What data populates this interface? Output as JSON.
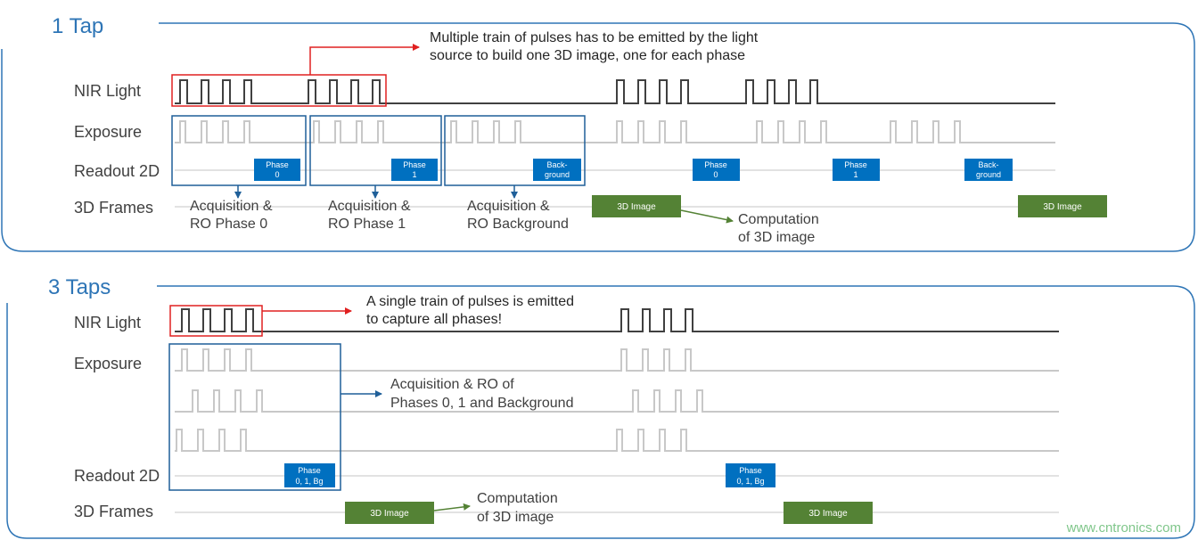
{
  "colors": {
    "frame": "#2e75b6",
    "title": "#2e75b6",
    "label": "#404040",
    "light_signal": "#404040",
    "exposure_signal": "#c8c8c8",
    "baseline": "#d9d9d9",
    "highlight": "#e02020",
    "readout_box": "#0070c0",
    "image_box": "#548235",
    "watermark": "#7fc68a"
  },
  "icons": {
    "callout_arrow": "arrow-right-icon",
    "down_arrow": "arrow-down-icon"
  },
  "panel1": {
    "title": "1 Tap",
    "rows": {
      "nir": "NIR Light",
      "exposure": "Exposure",
      "readout": "Readout 2D",
      "frames": "3D Frames"
    },
    "callout": {
      "line1": "Multiple train of pulses has to be emitted by the light",
      "line2": "source to build one 3D image, one for each phase"
    },
    "readout_boxes": [
      {
        "line1": "Phase",
        "line2": "0"
      },
      {
        "line1": "Phase",
        "line2": "1"
      },
      {
        "line1": "Back-",
        "line2": "ground"
      },
      {
        "line1": "Phase",
        "line2": "0"
      },
      {
        "line1": "Phase",
        "line2": "1"
      },
      {
        "line1": "Back-",
        "line2": "ground"
      }
    ],
    "acquisition_labels": [
      {
        "line1": "Acquisition &",
        "line2": "RO Phase 0"
      },
      {
        "line1": "Acquisition &",
        "line2": "RO Phase 1"
      },
      {
        "line1": "Acquisition &",
        "line2": "RO Background"
      }
    ],
    "image_boxes": [
      "3D Image",
      "3D Image"
    ],
    "computation": {
      "line1": "Computation",
      "line2": "of 3D image"
    }
  },
  "panel2": {
    "title": "3 Taps",
    "rows": {
      "nir": "NIR Light",
      "exposure": "Exposure",
      "readout": "Readout 2D",
      "frames": "3D Frames"
    },
    "callout": {
      "line1": "A single train of pulses is emitted",
      "line2": "to capture all phases!"
    },
    "acq_callout": {
      "line1": "Acquisition & RO of",
      "line2": "Phases 0, 1 and Background"
    },
    "readout_boxes": [
      {
        "line1": "Phase",
        "line2": "0, 1, Bg"
      },
      {
        "line1": "Phase",
        "line2": "0, 1, Bg"
      }
    ],
    "image_boxes": [
      "3D Image",
      "3D Image"
    ],
    "computation": {
      "line1": "Computation",
      "line2": "of 3D image"
    }
  },
  "watermark": "www.cntronics.com"
}
